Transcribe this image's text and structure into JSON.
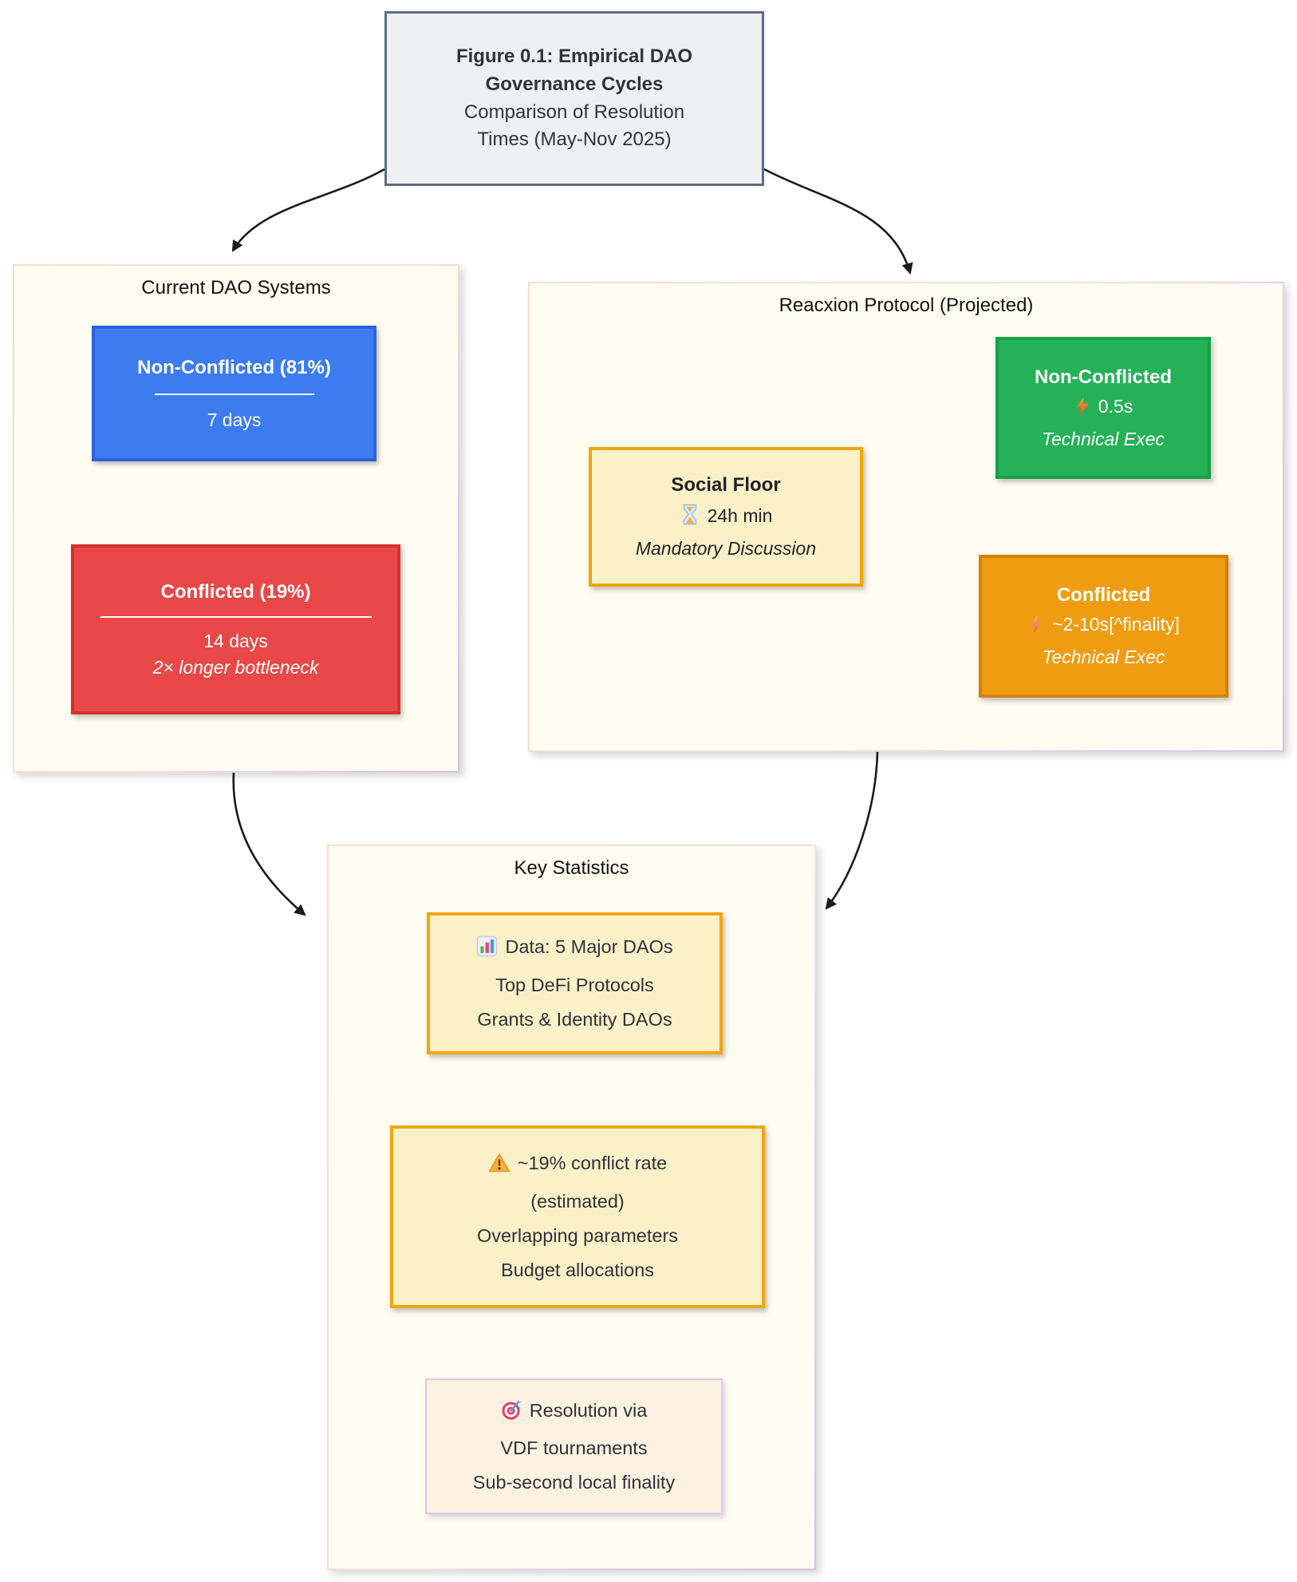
{
  "figure": {
    "title_line1": "Figure 0.1: Empirical DAO",
    "title_line2": "Governance Cycles",
    "subtitle_line1": "Comparison of Resolution",
    "subtitle_line2": "Times (May-Nov 2025)"
  },
  "current_dao": {
    "label": "Current DAO Systems",
    "non_conflicted": {
      "title": "Non-Conflicted (81%)",
      "value": "7 days"
    },
    "conflicted": {
      "title": "Conflicted (19%)",
      "value": "14 days",
      "note": "2× longer bottleneck"
    }
  },
  "reacxion": {
    "label": "Reacxion Protocol (Projected)",
    "social_floor": {
      "title": "Social Floor",
      "icon": "hourglass-icon",
      "value": "24h min",
      "note": "Mandatory Discussion"
    },
    "non_conflicted": {
      "title": "Non-Conflicted",
      "icon": "lightning-icon",
      "value": "0.5s",
      "note": "Technical Exec"
    },
    "conflicted": {
      "title": "Conflicted",
      "icon": "lightning-icon",
      "value": "~2-10s[^finality]",
      "note": "Technical Exec"
    }
  },
  "key_statistics": {
    "label": "Key Statistics",
    "data_sources": {
      "icon": "bar-chart-icon",
      "line1": "Data: 5 Major DAOs",
      "line2": "Top DeFi Protocols",
      "line3": "Grants & Identity DAOs"
    },
    "conflict_rate": {
      "icon": "warning-icon",
      "line1": "~19% conflict rate",
      "line2": "(estimated)",
      "line3": "Overlapping parameters",
      "line4": "Budget allocations"
    },
    "resolution": {
      "icon": "target-icon",
      "line1": "Resolution via",
      "line2": "VDF tournaments",
      "line3": "Sub-second local finality"
    }
  },
  "colors": {
    "title_fill": "#eef0f3",
    "title_border": "#5f6b7e",
    "subgraph_fill": "#fffdf2",
    "blue_fill": "#3c7cf0",
    "red_fill": "#e94848",
    "green_fill": "#25b157",
    "orange_fill": "#f09c10",
    "yellow_fill": "#fcf0c9",
    "yellow_border": "#f2a60d",
    "cream_fill": "#fdf2e2",
    "arrow": "#1a1a1a"
  }
}
